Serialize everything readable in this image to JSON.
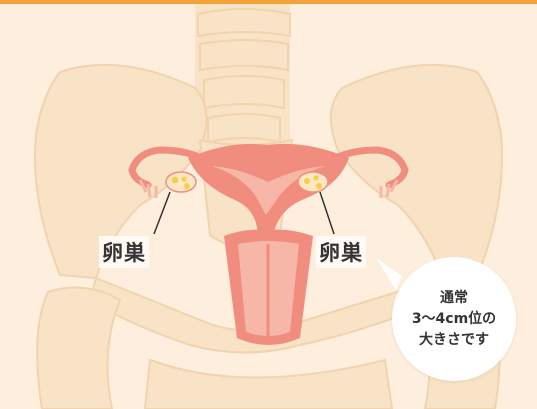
{
  "labels": {
    "ovary_left": "卵巣",
    "ovary_right": "卵巣"
  },
  "callout": {
    "line1": "通常",
    "line2": "3～4cm位の",
    "line3": "大きさです"
  },
  "colors": {
    "background": "#fdeedd",
    "bone_fill": "#f9e3c6",
    "bone_outline": "#f1d3ad",
    "top_border": "#f3a23a",
    "uterus_outer": "#f08d7f",
    "uterus_inner": "#f6b7a9",
    "ovary_fill": "#fde7c4",
    "ovary_follicle": "#f6d04a",
    "callout_bg": "#ffffff",
    "text": "#333333"
  }
}
